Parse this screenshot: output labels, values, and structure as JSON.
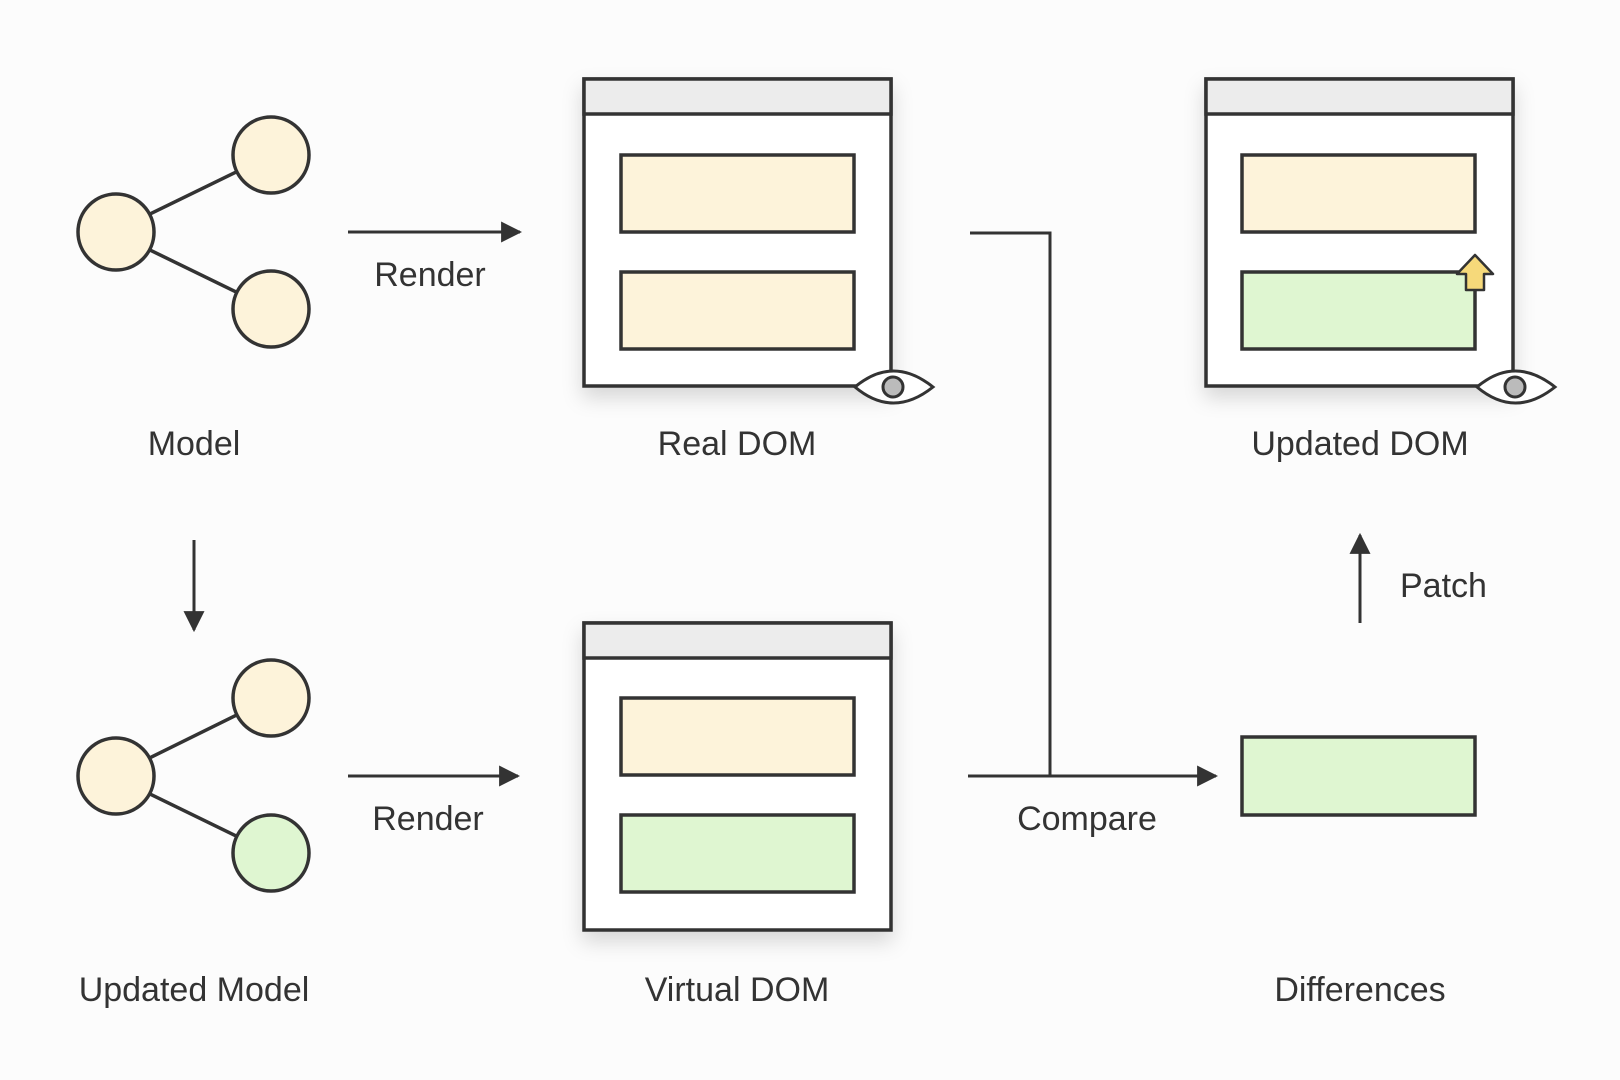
{
  "labels": {
    "model": "Model",
    "updated_model": "Updated Model",
    "real_dom": "Real DOM",
    "virtual_dom": "Virtual DOM",
    "updated_dom": "Updated DOM",
    "differences": "Differences",
    "render_top": "Render",
    "render_bottom": "Render",
    "compare": "Compare",
    "patch": "Patch"
  },
  "colors": {
    "stroke": "#333333",
    "unchanged_fill": "#fdf3da",
    "changed_fill": "#dff6d1",
    "titlebar_fill": "#ececec",
    "window_fill": "#ffffff",
    "patch_arrow_fill": "#f6d97a"
  }
}
